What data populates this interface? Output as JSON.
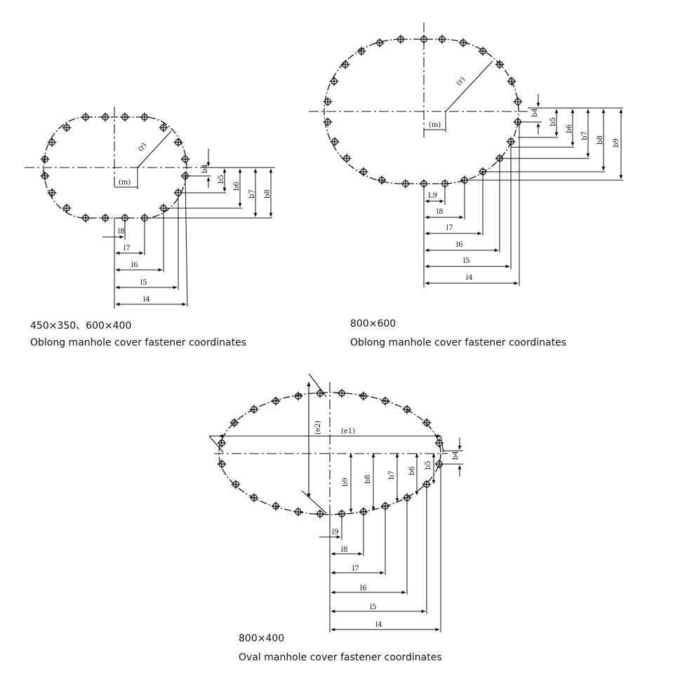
{
  "diagrams": [
    {
      "size": "450×350、600×400",
      "title": "Oblong manhole cover fastener coordinates",
      "labels": {
        "r": "(r)",
        "m": "(m)",
        "b": [
          "b4",
          "b5",
          "b6",
          "b7",
          "b8"
        ],
        "l": [
          "l8",
          "l7",
          "l6",
          "l5",
          "l4"
        ]
      }
    },
    {
      "size": "800×600",
      "title": "Oblong manhole cover fastener coordinates",
      "labels": {
        "r": "(r)",
        "m": "(m)",
        "b": [
          "b4",
          "b5",
          "b6",
          "b7",
          "b8",
          "b9"
        ],
        "l": [
          "L9",
          "l8",
          "l7",
          "l6",
          "l5",
          "l4"
        ]
      }
    },
    {
      "size": "800×400",
      "title": "Oval manhole cover fastener coordinates",
      "labels": {
        "e1": "(e1)",
        "e2": "(e2)",
        "b": [
          "b4",
          "b5",
          "b6",
          "b7",
          "b8",
          "b9"
        ],
        "l": [
          "l9",
          "l8",
          "l7",
          "l6",
          "l5",
          "l4"
        ]
      }
    }
  ],
  "style": {
    "line_color": "#111111",
    "background": "#ffffff"
  }
}
